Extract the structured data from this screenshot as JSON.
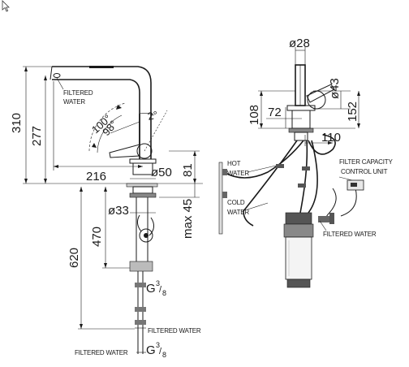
{
  "cursor": {
    "icon": "arrow-cursor-icon"
  },
  "left_view": {
    "height_310": "310",
    "height_277": "277",
    "label_filtered_water_1": "FILTERED",
    "label_filtered_water_2": "WATER",
    "angle_100": "100°",
    "angle_98": "98°",
    "angle_2": "2°",
    "reach_216": "216",
    "dia_50": "ø50",
    "dim_81": "81",
    "dia_33": "ø33",
    "max_45": "max 45",
    "depth_470": "470",
    "depth_620": "620",
    "thread_1": "G",
    "thread_1_num": "3",
    "thread_1_den": "8",
    "label_filtered_water_lower": "FILTERED WATER",
    "label_filtered_water_bottom": "FILTERED WATER",
    "thread_2": "G",
    "thread_2_num": "3",
    "thread_2_den": "8"
  },
  "right_view": {
    "dia_28": "ø28",
    "dia_43": "ø43",
    "dim_108": "108",
    "dim_72": "72",
    "dim_152": "152",
    "dim_110": "110",
    "label_hot_water_1": "HOT",
    "label_hot_water_2": "WATER",
    "label_cold_water_1": "COLD",
    "label_cold_water_2": "WATER",
    "label_filter_capacity_1": "FILTER CAPACITY",
    "label_filter_capacity_2": "CONTROL UNIT",
    "label_filtered_water": "FILTERED WATER"
  }
}
